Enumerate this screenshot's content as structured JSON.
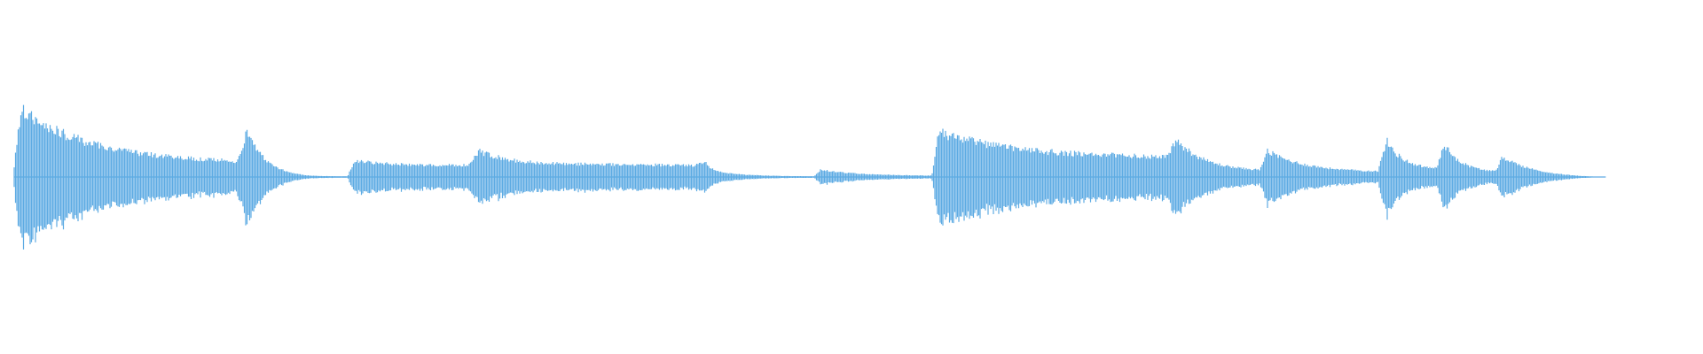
{
  "waveform": {
    "color": "#5DABE3",
    "background": "#FFFFFF",
    "shape": "single-channel audio waveform, symmetric about center line",
    "peak_scale": 1.0,
    "segments": [
      {
        "start": 0.0,
        "end": 0.004,
        "kind": "attack",
        "from": 0.15,
        "to": 0.92
      },
      {
        "start": 0.004,
        "end": 0.133,
        "kind": "decay",
        "from": 0.92,
        "to": 0.22
      },
      {
        "start": 0.133,
        "end": 0.138,
        "kind": "attack",
        "from": 0.22,
        "to": 0.62
      },
      {
        "start": 0.138,
        "end": 0.175,
        "kind": "decay",
        "from": 0.62,
        "to": 0.02
      },
      {
        "start": 0.175,
        "end": 0.198,
        "kind": "decay",
        "from": 0.02,
        "to": 0.01
      },
      {
        "start": 0.198,
        "end": 0.202,
        "kind": "attack",
        "from": 0.01,
        "to": 0.22
      },
      {
        "start": 0.202,
        "end": 0.27,
        "kind": "decay",
        "from": 0.22,
        "to": 0.16
      },
      {
        "start": 0.27,
        "end": 0.276,
        "kind": "attack",
        "from": 0.16,
        "to": 0.36
      },
      {
        "start": 0.276,
        "end": 0.33,
        "kind": "decay",
        "from": 0.36,
        "to": 0.18
      },
      {
        "start": 0.33,
        "end": 0.405,
        "kind": "sustain",
        "from": 0.18,
        "to": 0.16
      },
      {
        "start": 0.405,
        "end": 0.41,
        "kind": "attack",
        "from": 0.16,
        "to": 0.22
      },
      {
        "start": 0.41,
        "end": 0.425,
        "kind": "decay",
        "from": 0.22,
        "to": 0.05
      },
      {
        "start": 0.425,
        "end": 0.475,
        "kind": "decay",
        "from": 0.05,
        "to": 0.01
      },
      {
        "start": 0.475,
        "end": 0.479,
        "kind": "attack",
        "from": 0.01,
        "to": 0.1
      },
      {
        "start": 0.479,
        "end": 0.545,
        "kind": "decay",
        "from": 0.1,
        "to": 0.02
      },
      {
        "start": 0.545,
        "end": 0.549,
        "kind": "attack",
        "from": 0.02,
        "to": 0.62
      },
      {
        "start": 0.549,
        "end": 0.685,
        "kind": "decay",
        "from": 0.62,
        "to": 0.28
      },
      {
        "start": 0.685,
        "end": 0.69,
        "kind": "attack",
        "from": 0.28,
        "to": 0.52
      },
      {
        "start": 0.69,
        "end": 0.74,
        "kind": "decay",
        "from": 0.52,
        "to": 0.1
      },
      {
        "start": 0.74,
        "end": 0.744,
        "kind": "attack",
        "from": 0.1,
        "to": 0.36
      },
      {
        "start": 0.744,
        "end": 0.81,
        "kind": "decay",
        "from": 0.36,
        "to": 0.08
      },
      {
        "start": 0.81,
        "end": 0.815,
        "kind": "attack",
        "from": 0.08,
        "to": 0.5
      },
      {
        "start": 0.815,
        "end": 0.845,
        "kind": "decay",
        "from": 0.5,
        "to": 0.12
      },
      {
        "start": 0.845,
        "end": 0.849,
        "kind": "attack",
        "from": 0.12,
        "to": 0.46
      },
      {
        "start": 0.849,
        "end": 0.88,
        "kind": "decay",
        "from": 0.46,
        "to": 0.08
      },
      {
        "start": 0.88,
        "end": 0.884,
        "kind": "attack",
        "from": 0.08,
        "to": 0.28
      },
      {
        "start": 0.884,
        "end": 0.945,
        "kind": "decay",
        "from": 0.28,
        "to": 0.0
      }
    ]
  }
}
